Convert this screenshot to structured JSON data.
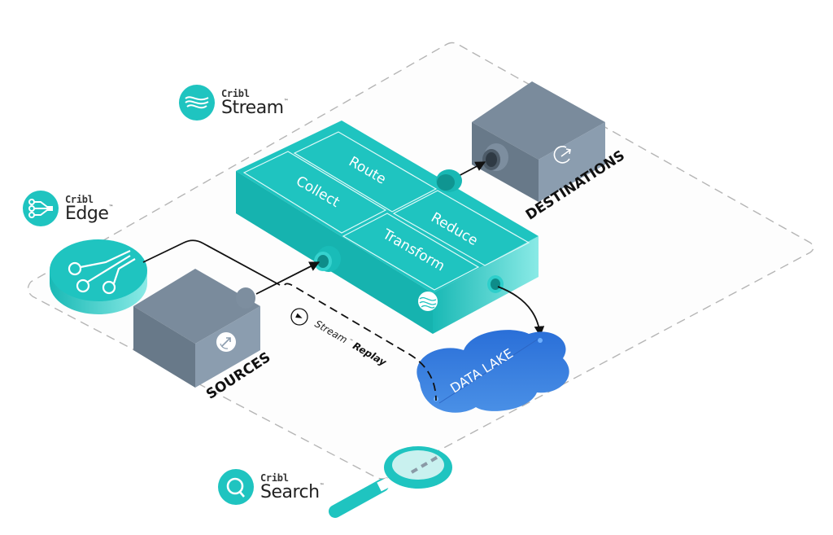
{
  "colors": {
    "teal": "#1fc4c0",
    "teal_dark": "#17aaa6",
    "teal_light": "#7fe3df",
    "slate_top": "#7a8b9c",
    "slate_left": "#687989",
    "slate_right": "#8b9daf",
    "lake": "#3b82e0",
    "dash": "#b5b5b5",
    "line": "#111111"
  },
  "products": {
    "stream": {
      "brand": "Cribl",
      "name": "Stream",
      "tm": "™"
    },
    "edge": {
      "brand": "Cribl",
      "name": "Edge",
      "tm": "™"
    },
    "search": {
      "brand": "Cribl",
      "name": "Search",
      "tm": "™"
    }
  },
  "pipeline": {
    "functions": [
      "Route",
      "Collect",
      "Reduce",
      "Transform"
    ]
  },
  "labels": {
    "sources": "SOURCES",
    "destinations": "DESTINATIONS",
    "data_lake": "DATA LAKE",
    "replay_prefix": "Stream",
    "replay_tm": "™",
    "replay": "Replay"
  },
  "icons": {
    "edge_node": "circuit-icon",
    "source_box": "arrow-in-icon",
    "destination_box": "arrow-out-icon",
    "stream_node": "wave-icon",
    "replay": "play-circle-icon",
    "search": "magnifier-icon"
  }
}
